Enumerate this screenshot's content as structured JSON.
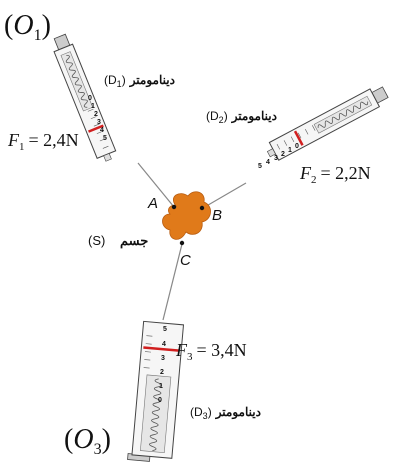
{
  "anchors": {
    "o1": {
      "letter": "O",
      "sub": "1"
    },
    "o3": {
      "letter": "O",
      "sub": "3"
    }
  },
  "dynamometers": [
    {
      "word": "دينامومتر",
      "tag": "(D",
      "sub": "1",
      "close": ")"
    },
    {
      "word": "دينامومتر",
      "tag": "(D",
      "sub": "2",
      "close": ")"
    },
    {
      "word": "دينامومتر",
      "tag": "(D",
      "sub": "3",
      "close": ")"
    }
  ],
  "forces": [
    {
      "name": "F",
      "sub": "1",
      "value": "= 2,4N"
    },
    {
      "name": "F",
      "sub": "2",
      "value": "= 2,2N"
    },
    {
      "name": "F",
      "sub": "3",
      "value": "= 3,4N"
    }
  ],
  "body": {
    "word": "جسم",
    "tag": "(S)"
  },
  "points": {
    "a": "A",
    "b": "B",
    "c": "C"
  },
  "scale_d1": [
    "0",
    "1",
    "2",
    "3",
    "4",
    "5"
  ],
  "scale_d2": [
    "0",
    "1",
    "2",
    "3",
    "4",
    "5"
  ],
  "scale_d3": [
    "5",
    "4",
    "3",
    "2",
    "1",
    "0"
  ],
  "colors": {
    "body": "#e07a1a",
    "marker": "#d11f1f",
    "line": "#777777"
  }
}
